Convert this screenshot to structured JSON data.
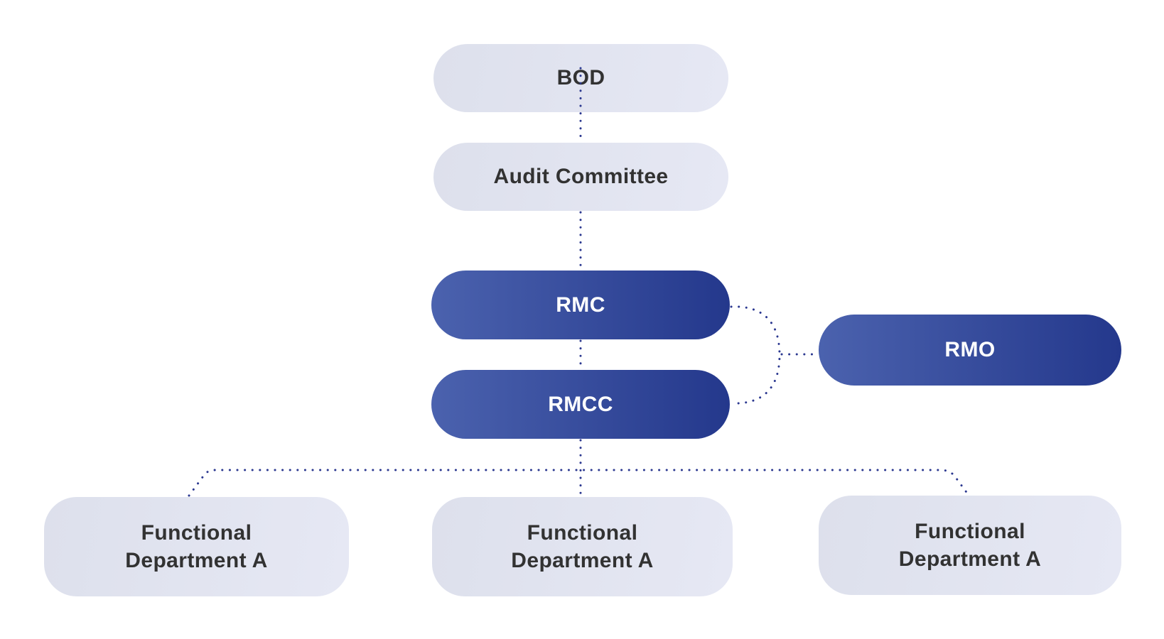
{
  "diagram": {
    "type": "org-chart",
    "background_color": "#ffffff",
    "colors": {
      "connector": "#2b3890",
      "light_node_bg_start": "#dde0ec",
      "light_node_bg_end": "#e6e8f4",
      "dark_node_bg_start": "#4b62ae",
      "dark_node_bg_end": "#24388c",
      "light_node_text": "#323232",
      "dark_node_text": "#ffffff"
    },
    "nodes": [
      {
        "id": "bod",
        "label": "BOD",
        "style": "light"
      },
      {
        "id": "audit-committee",
        "label": "Audit Committee",
        "style": "light"
      },
      {
        "id": "rmc",
        "label": "RMC",
        "style": "dark"
      },
      {
        "id": "rmcc",
        "label": "RMCC",
        "style": "dark"
      },
      {
        "id": "rmo",
        "label": "RMO",
        "style": "dark"
      },
      {
        "id": "functional-department-a-left",
        "label": "Functional Department A",
        "lines": [
          "Functional",
          "Department A"
        ],
        "style": "light"
      },
      {
        "id": "functional-department-a-middle",
        "label": "Functional Department A",
        "lines": [
          "Functional",
          "Department A"
        ],
        "style": "light"
      },
      {
        "id": "functional-department-a-right",
        "label": "Functional Department A",
        "lines": [
          "Functional",
          "Department A"
        ],
        "style": "light"
      }
    ],
    "edges": [
      {
        "from": "bod",
        "to": "audit-committee",
        "line": "dotted"
      },
      {
        "from": "audit-committee",
        "to": "rmc",
        "line": "dotted"
      },
      {
        "from": "rmc",
        "to": "rmcc",
        "line": "dotted"
      },
      {
        "from": "rmc",
        "to": "rmo",
        "line": "dotted"
      },
      {
        "from": "rmcc",
        "to": "rmo",
        "line": "dotted"
      },
      {
        "from": "rmcc",
        "to": "functional-department-a-left",
        "line": "dotted"
      },
      {
        "from": "rmcc",
        "to": "functional-department-a-middle",
        "line": "dotted"
      },
      {
        "from": "rmcc",
        "to": "functional-department-a-right",
        "line": "dotted"
      }
    ]
  }
}
